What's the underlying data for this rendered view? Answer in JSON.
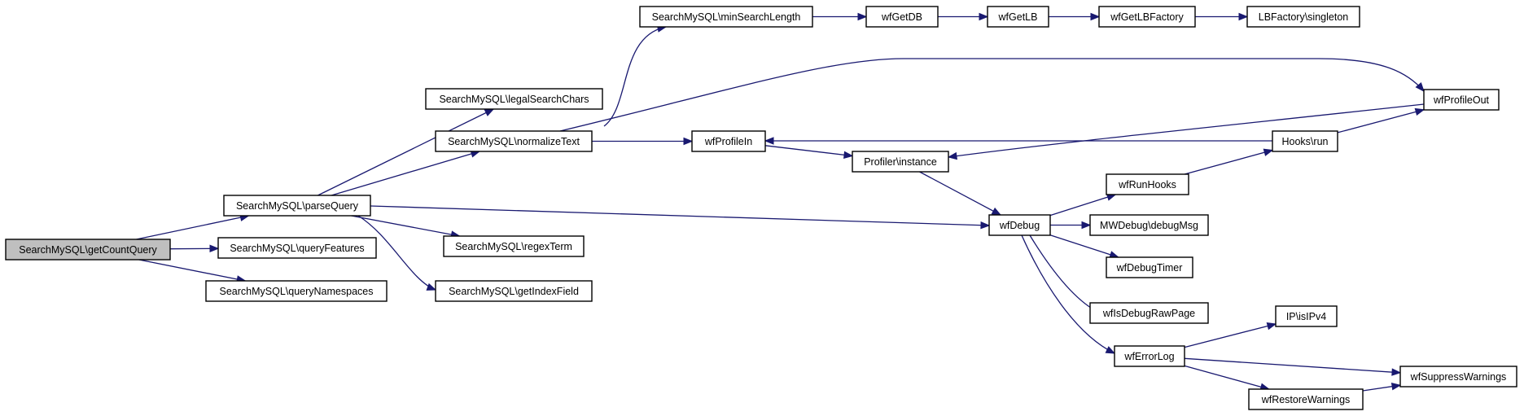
{
  "graph": {
    "nodes": [
      {
        "id": "n0",
        "label": "SearchMySQL\\getCountQuery",
        "highlight": true
      },
      {
        "id": "n1",
        "label": "SearchMySQL\\parseQuery"
      },
      {
        "id": "n2",
        "label": "SearchMySQL\\queryFeatures"
      },
      {
        "id": "n3",
        "label": "SearchMySQL\\queryNamespaces"
      },
      {
        "id": "n4",
        "label": "SearchMySQL\\legalSearchChars"
      },
      {
        "id": "n5",
        "label": "SearchMySQL\\normalizeText"
      },
      {
        "id": "n6",
        "label": "SearchMySQL\\regexTerm"
      },
      {
        "id": "n7",
        "label": "SearchMySQL\\getIndexField"
      },
      {
        "id": "n8",
        "label": "SearchMySQL\\minSearchLength"
      },
      {
        "id": "n9",
        "label": "wfGetDB"
      },
      {
        "id": "n10",
        "label": "wfGetLB"
      },
      {
        "id": "n11",
        "label": "wfGetLBFactory"
      },
      {
        "id": "n12",
        "label": "LBFactory\\singleton"
      },
      {
        "id": "n13",
        "label": "wfProfileIn"
      },
      {
        "id": "n14",
        "label": "Profiler\\instance"
      },
      {
        "id": "n15",
        "label": "wfProfileOut"
      },
      {
        "id": "n16",
        "label": "Hooks\\run"
      },
      {
        "id": "n17",
        "label": "wfDebug"
      },
      {
        "id": "n18",
        "label": "wfRunHooks"
      },
      {
        "id": "n19",
        "label": "MWDebug\\debugMsg"
      },
      {
        "id": "n20",
        "label": "wfDebugTimer"
      },
      {
        "id": "n21",
        "label": "wfIsDebugRawPage"
      },
      {
        "id": "n22",
        "label": "wfErrorLog"
      },
      {
        "id": "n23",
        "label": "IP\\isIPv4"
      },
      {
        "id": "n24",
        "label": "wfSuppressWarnings"
      },
      {
        "id": "n25",
        "label": "wfRestoreWarnings"
      }
    ],
    "edges": [
      {
        "from": "n0",
        "to": "n1"
      },
      {
        "from": "n0",
        "to": "n2"
      },
      {
        "from": "n0",
        "to": "n3"
      },
      {
        "from": "n1",
        "to": "n4"
      },
      {
        "from": "n1",
        "to": "n5"
      },
      {
        "from": "n1",
        "to": "n17"
      },
      {
        "from": "n1",
        "to": "n6"
      },
      {
        "from": "n1",
        "to": "n7"
      },
      {
        "from": "n5",
        "to": "n8"
      },
      {
        "from": "n5",
        "to": "n15"
      },
      {
        "from": "n5",
        "to": "n13"
      },
      {
        "from": "n8",
        "to": "n9"
      },
      {
        "from": "n9",
        "to": "n10"
      },
      {
        "from": "n10",
        "to": "n11"
      },
      {
        "from": "n11",
        "to": "n12"
      },
      {
        "from": "n13",
        "to": "n14"
      },
      {
        "from": "n15",
        "to": "n14"
      },
      {
        "from": "n16",
        "to": "n13"
      },
      {
        "from": "n16",
        "to": "n15"
      },
      {
        "from": "n14",
        "to": "n17"
      },
      {
        "from": "n17",
        "to": "n18"
      },
      {
        "from": "n17",
        "to": "n19"
      },
      {
        "from": "n17",
        "to": "n20"
      },
      {
        "from": "n17",
        "to": "n21"
      },
      {
        "from": "n17",
        "to": "n22"
      },
      {
        "from": "n18",
        "to": "n16"
      },
      {
        "from": "n22",
        "to": "n23"
      },
      {
        "from": "n22",
        "to": "n24"
      },
      {
        "from": "n22",
        "to": "n25"
      },
      {
        "from": "n25",
        "to": "n24"
      }
    ]
  }
}
